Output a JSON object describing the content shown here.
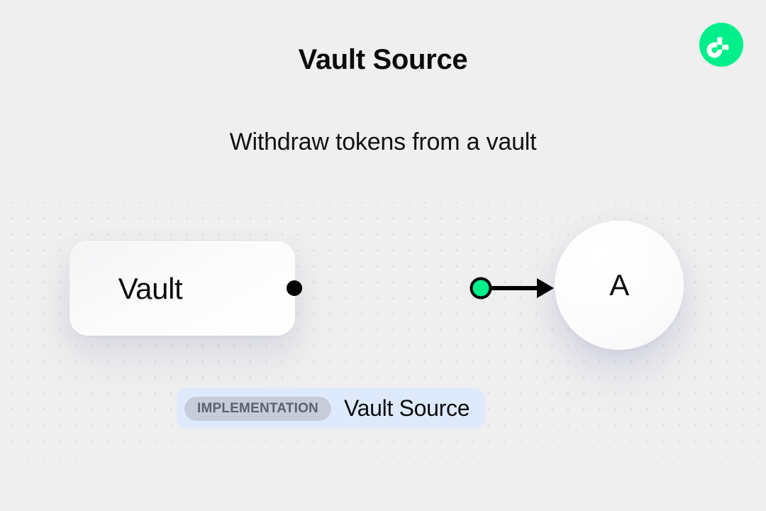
{
  "header": {
    "title": "Vault Source",
    "subtitle": "Withdraw tokens from a vault"
  },
  "brand": {
    "logo_icon": "flow-logo-icon",
    "logo_bg_color": "#00ef8b",
    "logo_mark_color": "#ffffff"
  },
  "diagram": {
    "type": "flow-graph",
    "nodes": [
      {
        "id": "vault",
        "label": "Vault",
        "shape": "rounded-rect"
      },
      {
        "id": "a",
        "label": "A",
        "shape": "circle"
      }
    ],
    "edges": [
      {
        "from": "vault",
        "to": "a",
        "source_handle_color": "#000000",
        "midpoint_marker_color": "#00ef8b",
        "line_color": "#000000",
        "arrowhead": "triangle"
      }
    ]
  },
  "badge": {
    "tag": "IMPLEMENTATION",
    "name": "Vault Source",
    "tag_bg_color": "#c6ccda",
    "tag_text_color": "#5c616d",
    "container_bg_color": "#deeafc"
  },
  "canvas": {
    "background_color": "#efefef",
    "dot_color": "#d9d9d9"
  }
}
